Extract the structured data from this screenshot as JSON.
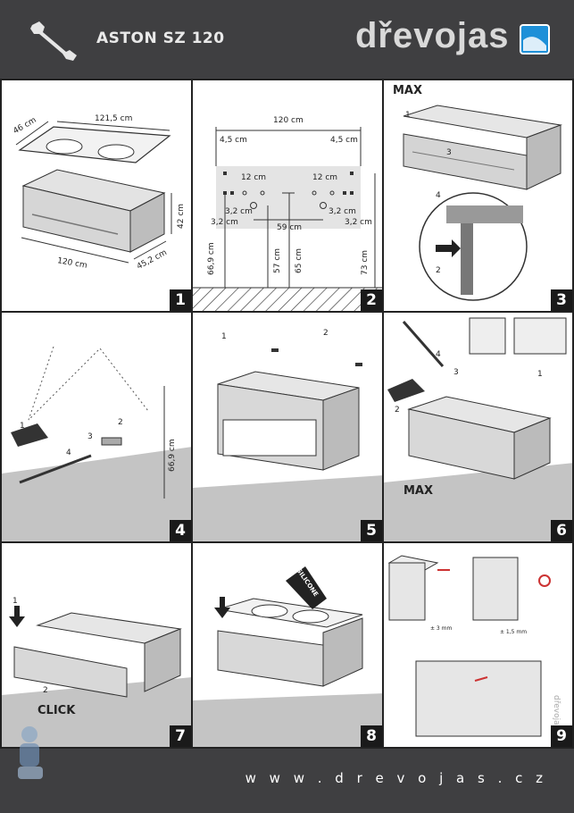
{
  "header": {
    "title": "ASTON SZ 120",
    "brand": "dřevojas"
  },
  "footer": {
    "url": "w w w . d r e v o j a s . c z"
  },
  "panels": [
    {
      "number": "1",
      "labels": {
        "d1": "46 cm",
        "d2": "121,5 cm",
        "d3": "42 cm",
        "d4": "120 cm",
        "d5": "45,2 cm"
      }
    },
    {
      "number": "2",
      "labels": {
        "w": "120 cm",
        "a": "4,5 cm",
        "b": "4,5 cm",
        "c": "12 cm",
        "d": "12 cm",
        "e": "3,2 cm",
        "f": "3,2 cm",
        "g": "3,2 cm",
        "h": "3,2 cm",
        "i": "59 cm",
        "v1": "66,9 cm",
        "v2": "57 cm",
        "v3": "65 cm",
        "v4": "73 cm"
      }
    },
    {
      "number": "3",
      "labels": {
        "max": "MAX",
        "s1": "1",
        "s2": "2",
        "s3": "3",
        "s4": "4"
      }
    },
    {
      "number": "4",
      "labels": {
        "h": "66,9 cm",
        "s1": "1",
        "s2": "2",
        "s3": "3",
        "s4": "4"
      }
    },
    {
      "number": "5",
      "labels": {
        "s1": "1",
        "s2": "2"
      }
    },
    {
      "number": "6",
      "labels": {
        "max": "MAX",
        "s1": "1",
        "s2": "2",
        "s3": "3",
        "s4": "4"
      }
    },
    {
      "number": "7",
      "labels": {
        "click": "CLICK",
        "s1": "1",
        "s2": "2"
      }
    },
    {
      "number": "8",
      "labels": {
        "silicone": "SILICONE"
      }
    },
    {
      "number": "9",
      "labels": {
        "m1": "± 3 mm",
        "m2": "± 1,5 mm",
        "side": "dřevojas"
      }
    }
  ]
}
